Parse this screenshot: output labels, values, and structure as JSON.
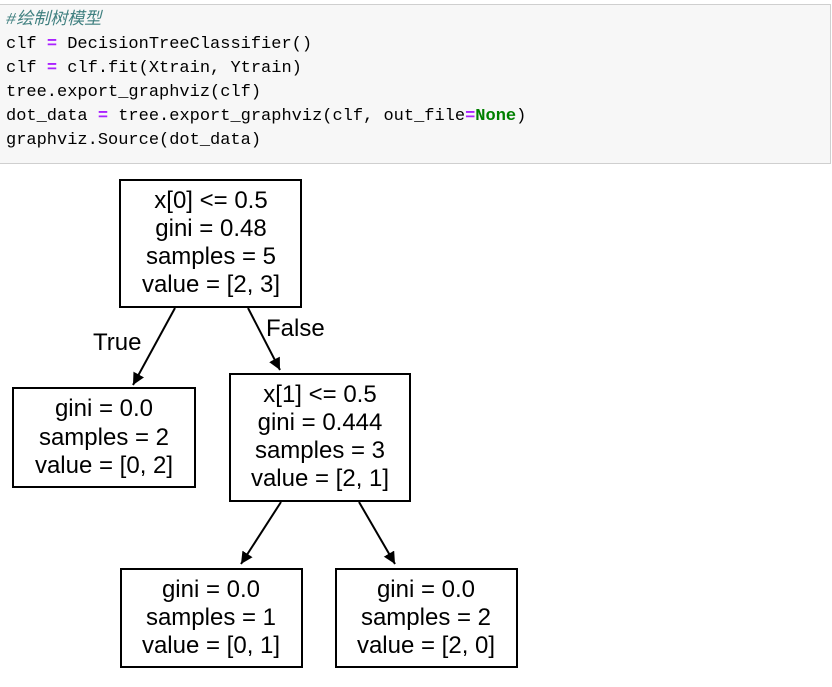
{
  "code": {
    "comment": "#绘制树模型",
    "lines": [
      {
        "a": "clf ",
        "op": "=",
        "b": " DecisionTreeClassifier()"
      },
      {
        "a": "clf ",
        "op": "=",
        "b": " clf.fit(Xtrain, Ytrain)"
      },
      {
        "a": "tree.export_graphviz(clf)"
      },
      {
        "a": "dot_data ",
        "op": "=",
        "b": " tree.export_graphviz(clf, out_file",
        "op2": "=",
        "kw": "None",
        "c": ")"
      },
      {
        "a": "graphviz.Source(dot_data)"
      }
    ]
  },
  "tree": {
    "nodes": [
      {
        "id": "root",
        "lines": [
          "x[0] <= 0.5",
          "gini = 0.48",
          "samples = 5",
          "value = [2, 3]"
        ]
      },
      {
        "id": "left",
        "lines": [
          "gini = 0.0",
          "samples = 2",
          "value = [0, 2]"
        ]
      },
      {
        "id": "right",
        "lines": [
          "x[1] <= 0.5",
          "gini = 0.444",
          "samples = 3",
          "value = [2, 1]"
        ]
      },
      {
        "id": "right-left",
        "lines": [
          "gini = 0.0",
          "samples = 1",
          "value = [0, 1]"
        ]
      },
      {
        "id": "right-right",
        "lines": [
          "gini = 0.0",
          "samples = 2",
          "value = [2, 0]"
        ]
      }
    ],
    "edge_labels": {
      "true": "True",
      "false": "False"
    }
  }
}
